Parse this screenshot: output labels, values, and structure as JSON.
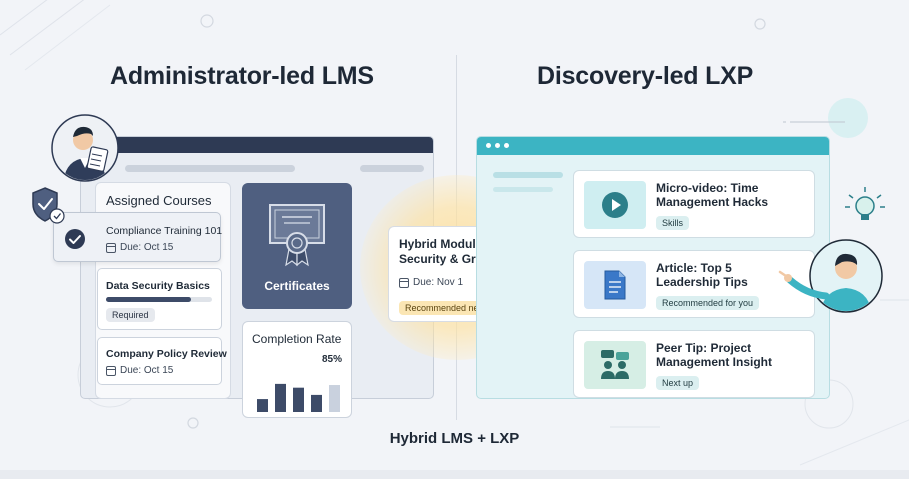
{
  "headings": {
    "left": "Administrator-led LMS",
    "right": "Discovery-led LXP"
  },
  "lms": {
    "assigned_title": "Assigned Courses",
    "courses": [
      {
        "title": "Compliance Training 101",
        "due": "Due: Oct 15",
        "completed": true
      },
      {
        "title": "Data Security Basics",
        "progress": 0.8,
        "badge": "Required"
      },
      {
        "title": "Company Policy Review",
        "due": "Due: Oct 15"
      }
    ],
    "certificates_label": "Certificates",
    "completion": {
      "title": "Completion Rate",
      "value_label": "85%"
    }
  },
  "chart_data": {
    "type": "bar",
    "title": "Completion Rate",
    "value_label": "85%",
    "values": [
      0.34,
      0.74,
      0.64,
      0.45,
      0.71
    ]
  },
  "hybrid": {
    "title": "Hybrid Module: Security & Growth",
    "due": "Due: Nov 1",
    "badge": "Recommended next"
  },
  "lxp": {
    "items": [
      {
        "title": "Micro-video: Time Management Hacks",
        "tag": "Skills",
        "icon": "play-icon"
      },
      {
        "title": "Article: Top 5 Leadership Tips",
        "tag": "Recommended for you",
        "icon": "document-icon"
      },
      {
        "title": "Peer Tip: Project Management Insight",
        "tag": "Next up",
        "icon": "people-chat-icon"
      }
    ]
  },
  "caption": "Hybrid LMS + LXP",
  "colors": {
    "lms_dark": "#2e3a54",
    "certificate_card": "#4f5f80",
    "lxp_accent": "#3cb4c3",
    "glow": "#ffd98a"
  }
}
